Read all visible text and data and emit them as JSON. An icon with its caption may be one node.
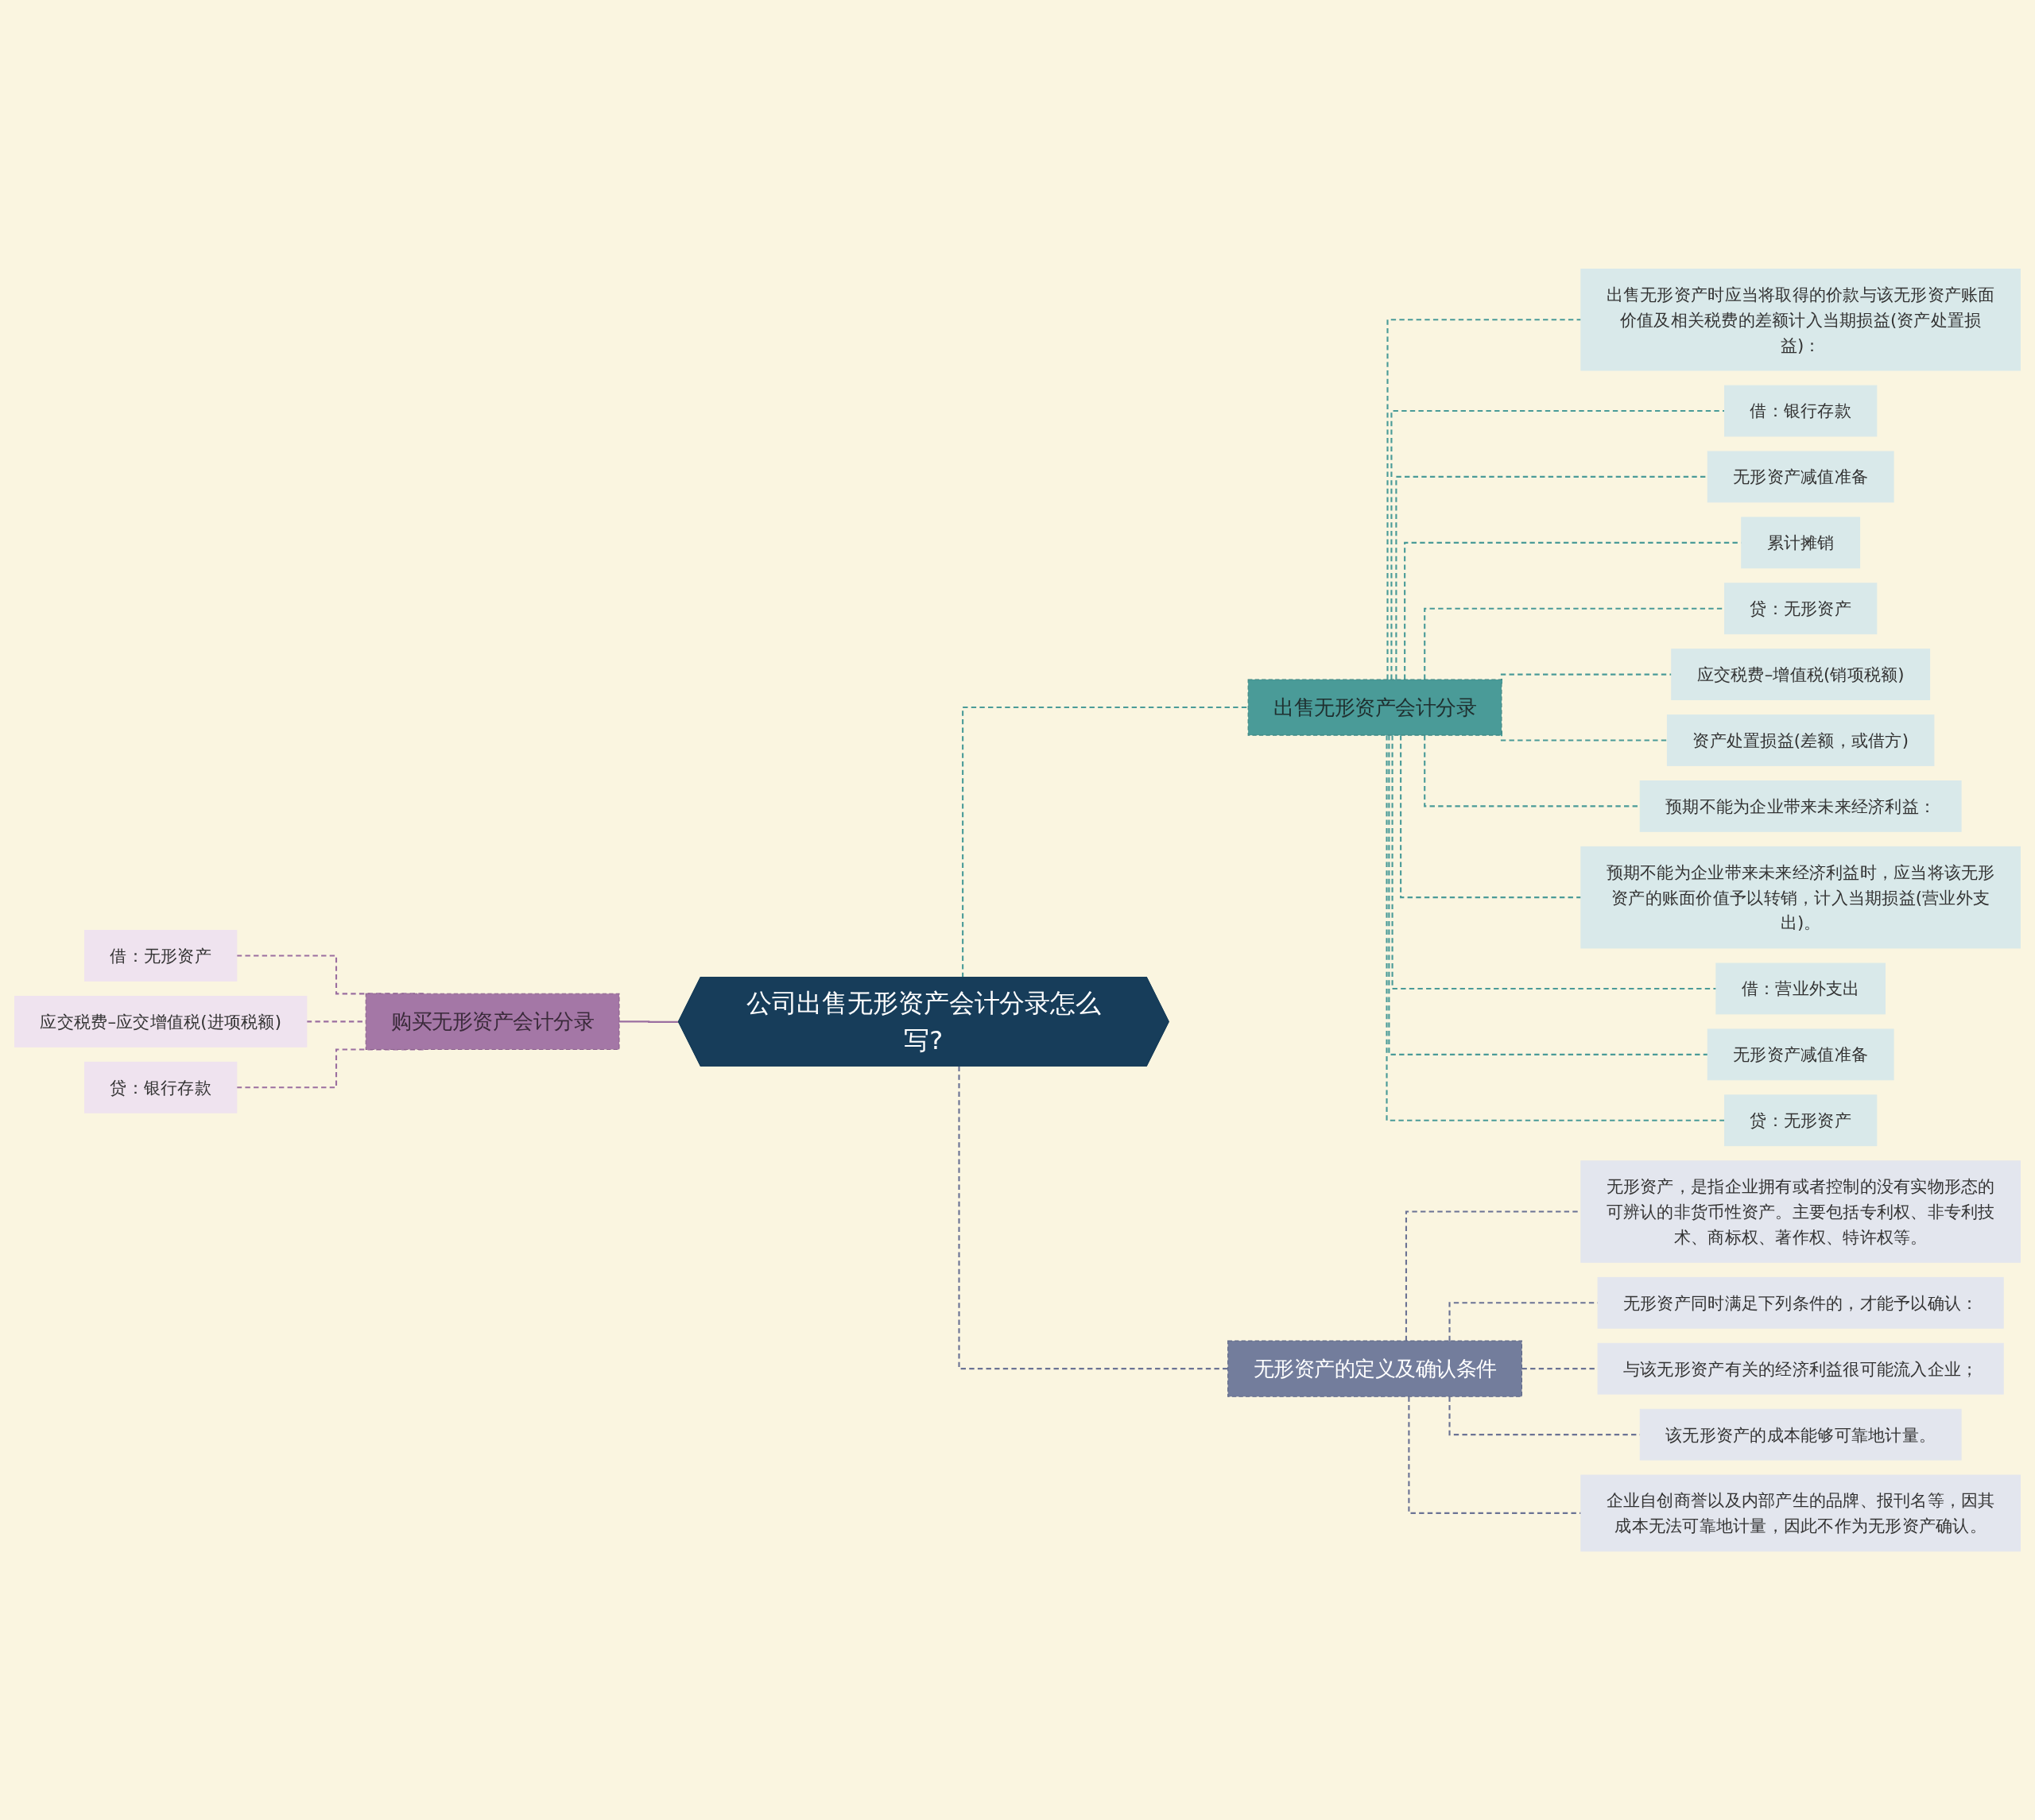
{
  "diagram": {
    "nodes": [
      {
        "text": [
          "公司出售无形资产会计分录怎么写?"
        ]
      },
      {
        "text": [
          "购买无形资产会计分录"
        ]
      },
      {
        "text": [
          "借：无形资产"
        ]
      },
      {
        "text": [
          "应交税费–应交增值税(进项税额)"
        ]
      },
      {
        "text": [
          "贷：银行存款"
        ]
      },
      {
        "text": [
          "出售无形资产会计分录"
        ]
      },
      {
        "text": [
          "出售无形资产时应当将取得的价款与该无形资产账面价值及相关税费的差额计入当期损益(资产处置损益)："
        ]
      },
      {
        "text": [
          "借：银行存款"
        ]
      },
      {
        "text": [
          "无形资产减值准备"
        ]
      },
      {
        "text": [
          "累计摊销"
        ]
      },
      {
        "text": [
          "贷：无形资产"
        ]
      },
      {
        "text": [
          "应交税费–增值税(销项税额)"
        ]
      },
      {
        "text": [
          "资产处置损益(差额，或借方)"
        ]
      },
      {
        "text": [
          "预期不能为企业带来未来经济利益："
        ]
      },
      {
        "text": [
          "预期不能为企业带来未来经济利益时，应当将该无形资产的账面价值予以转销，计入当期损益(营业外支出)。"
        ]
      },
      {
        "text": [
          "借：营业外支出"
        ]
      },
      {
        "text": [
          "无形资产减值准备"
        ]
      },
      {
        "text": [
          "贷：无形资产"
        ]
      },
      {
        "text": [
          "无形资产的定义及确认条件"
        ]
      },
      {
        "text": [
          "无形资产，是指企业拥有或者控制的没有实物形态的可辨认的非货币性资产。主要包括专利权、非专利技术、商标权、著作权、特许权等。"
        ]
      },
      {
        "text": [
          "无形资产同时满足下列条件的，才能予以确认："
        ]
      },
      {
        "text": [
          "与该无形资产有关的经济利益很可能流入企业；"
        ]
      },
      {
        "text": [
          "该无形资产的成本能够可靠地计量。"
        ]
      },
      {
        "text": [
          "企业自创商誉以及内部产生的品牌、报刊名等，因其成本无法可靠地计量，因此不作为无形资产确认。"
        ]
      }
    ],
    "edges": [
      {
        "from": 0,
        "to": 1,
        "arrow": "none",
        "color": "#9b6fa0"
      },
      {
        "from": 1,
        "to": 2,
        "arrow": "none",
        "style": "dashed",
        "color": "#9b6fa0"
      },
      {
        "from": 1,
        "to": 3,
        "arrow": "none",
        "style": "dashed",
        "color": "#9b6fa0"
      },
      {
        "from": 1,
        "to": 4,
        "arrow": "none",
        "style": "dashed",
        "color": "#9b6fa0"
      },
      {
        "from": 0,
        "to": 5,
        "arrow": "none",
        "style": "dashed"
      },
      {
        "from": 5,
        "to": 6,
        "arrow": "none",
        "style": "dashed"
      },
      {
        "from": 5,
        "to": 7,
        "arrow": "none",
        "style": "dashed"
      },
      {
        "from": 5,
        "to": 8,
        "arrow": "none",
        "style": "dashed"
      },
      {
        "from": 5,
        "to": 9,
        "arrow": "none",
        "style": "dashed"
      },
      {
        "from": 5,
        "to": 10,
        "arrow": "none",
        "style": "dashed"
      },
      {
        "from": 5,
        "to": 11,
        "arrow": "none",
        "style": "dashed"
      },
      {
        "from": 5,
        "to": 12,
        "arrow": "none",
        "style": "dashed"
      },
      {
        "from": 5,
        "to": 13,
        "arrow": "none",
        "style": "dashed"
      },
      {
        "from": 5,
        "to": 14,
        "arrow": "none",
        "style": "dashed"
      },
      {
        "from": 5,
        "to": 15,
        "arrow": "none",
        "style": "dashed"
      },
      {
        "from": 5,
        "to": 16,
        "arrow": "none",
        "style": "dashed"
      },
      {
        "from": 5,
        "to": 17,
        "arrow": "none",
        "style": "dashed"
      },
      {
        "from": 0,
        "to": 18,
        "arrow": "none",
        "style": "dashed",
        "color": "#6b7394"
      },
      {
        "from": 18,
        "to": 19,
        "arrow": "none",
        "style": "dashed",
        "color": "#6b7394"
      },
      {
        "from": 18,
        "to": 20,
        "arrow": "none",
        "style": "dashed",
        "color": "#6b7394"
      },
      {
        "from": 18,
        "to": 21,
        "arrow": "none",
        "style": "dashed",
        "color": "#6b7394"
      },
      {
        "from": 18,
        "to": 22,
        "arrow": "none",
        "style": "dashed",
        "color": "#6b7394"
      },
      {
        "from": 18,
        "to": 23,
        "arrow": "none",
        "style": "dashed",
        "color": "#6b7394"
      }
    ]
  }
}
